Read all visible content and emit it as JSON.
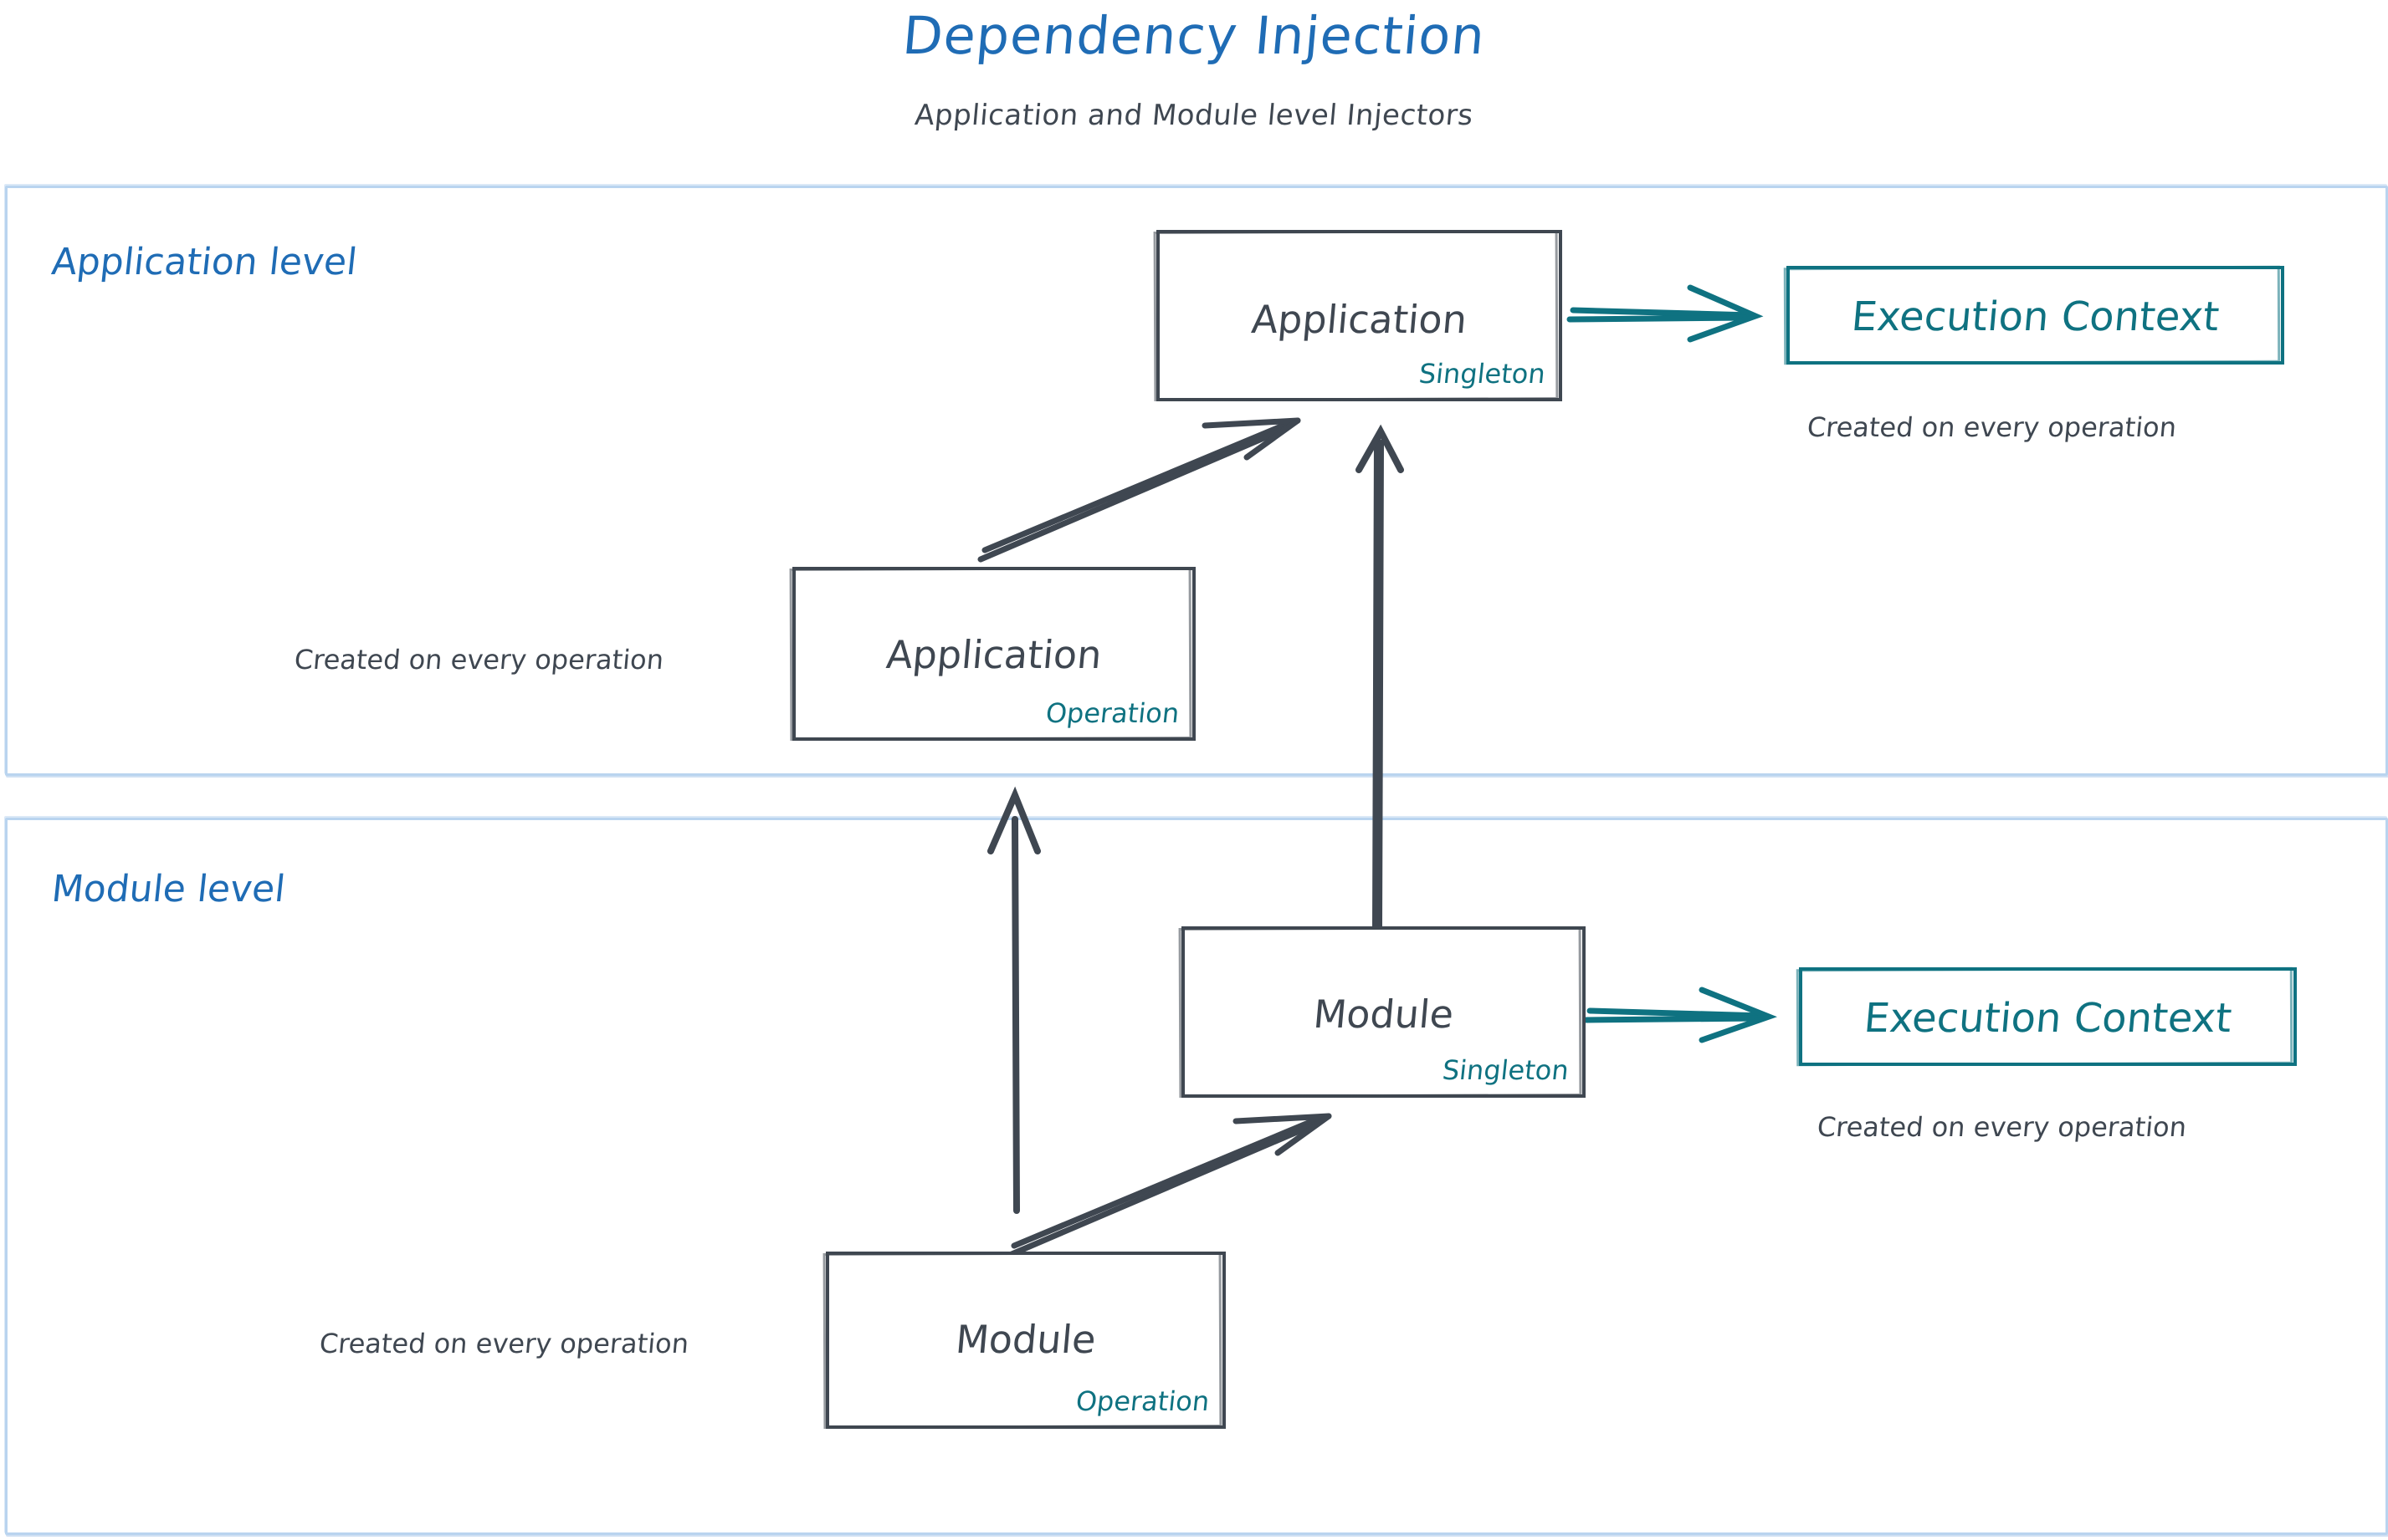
{
  "header": {
    "title": "Dependency Injection",
    "subtitle": "Application and Module level Injectors",
    "title_color": "#1f6cb5",
    "subtitle_color": "#3f4751"
  },
  "palette": {
    "sketch_ink": "#3f4751",
    "teal": "#0f7281",
    "blue": "#1f6cb5",
    "container_border": "#b9d4ef"
  },
  "levels": [
    {
      "id": "application-level",
      "label": "Application level"
    },
    {
      "id": "module-level",
      "label": "Module level"
    }
  ],
  "nodes": {
    "application_singleton": {
      "title": "Application",
      "scope": "Singleton"
    },
    "application_operation": {
      "title": "Application",
      "scope": "Operation"
    },
    "module_singleton": {
      "title": "Module",
      "scope": "Singleton"
    },
    "module_operation": {
      "title": "Module",
      "scope": "Operation"
    },
    "execution_context_app": {
      "title": "Execution Context"
    },
    "execution_context_module": {
      "title": "Execution Context"
    }
  },
  "captions": {
    "exec_context_app": "Created on every operation",
    "application_operation": "Created on every operation",
    "exec_context_module": "Created on every operation",
    "module_operation": "Created on every operation"
  }
}
